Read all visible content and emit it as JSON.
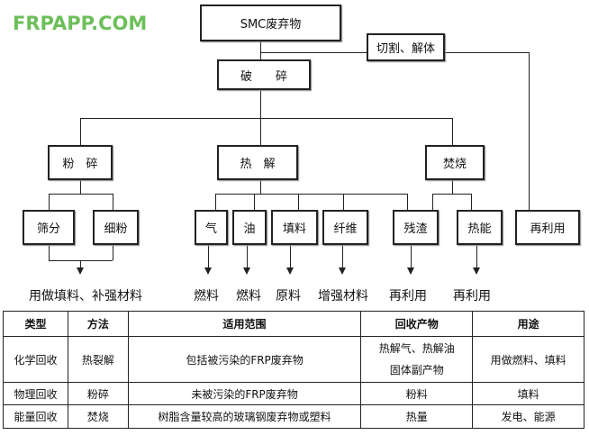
{
  "flow": {
    "root": "SMC废弃物",
    "cut": "切割、解体",
    "crush": "破　　碎",
    "grind": "粉　碎",
    "pyro": "热　解",
    "burn": "焚烧",
    "sieve": "筛分",
    "fine": "细粉",
    "gas": "气",
    "oil": "油",
    "filler": "填料",
    "fiber": "纤维",
    "residue": "残渣",
    "heat": "热能",
    "reuse": "再利用",
    "out": [
      "用做填料、补强材料",
      "燃料",
      "燃料",
      "原料",
      "增强材料",
      "再利用",
      "再利用"
    ]
  },
  "table": {
    "headers": [
      "类型",
      "方法",
      "适用范围",
      "回收产物",
      "用途"
    ],
    "rows": [
      [
        "化学回收",
        "热裂解",
        "包括被污染的FRP废弃物",
        "热解气、热解油",
        "固体副产物",
        "用做燃料、填料"
      ],
      [
        "物理回收",
        "粉碎",
        "未被污染的FRP废弃物",
        "粉料",
        "填料"
      ],
      [
        "能量回收",
        "焚烧",
        "树脂含量较高的玻璃钢废弃物或塑料",
        "热量",
        "发电、能源"
      ]
    ]
  },
  "watermark": "FRPAPP.COM"
}
